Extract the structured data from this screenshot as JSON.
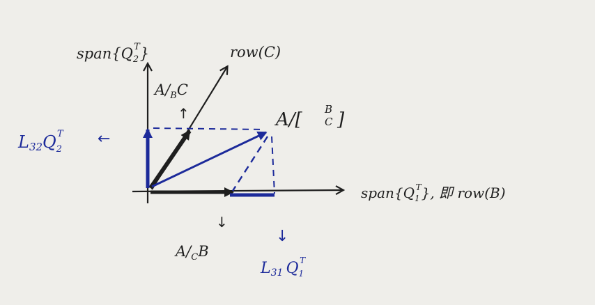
{
  "labels": {
    "span_q2": "span{Q",
    "span_q2_sub": "2",
    "span_q2_sup": "T",
    "span_q2_close": "}",
    "row_c": "row(C)",
    "a_slash_bc": "A/",
    "a_slash_bc_sub": "B",
    "a_slash_bc_tail": "C",
    "a_slash_bc_stack": "B",
    "a_slash_bc_stack2": "C",
    "a_slash_stack_prefix": "A/[",
    "a_slash_stack_suffix": "]",
    "l32": "L",
    "l32_sub": "32",
    "l32_q": "Q",
    "l32_q_sub": "2",
    "l32_q_sup": "T",
    "span_q1": "span{Q",
    "span_q1_sub": "1",
    "span_q1_sup": "T",
    "span_q1_tail": "}, ",
    "rowb_prefix": "即",
    "rowb": " row(B)",
    "a_slash_cb": "A/",
    "a_slash_cb_sub": "C",
    "a_slash_cb_tail": "B",
    "l31": "L",
    "l31_sub": "31",
    "l31_q": "Q",
    "l31_q_sub": "1",
    "l31_q_sup": "T",
    "arrow_left": "←",
    "arrow_up": "↑",
    "arrow_down": "↓"
  },
  "colors": {
    "black_ink": "#1e1e1e",
    "blue_ink": "#1c2a9a",
    "paper": "#efeeea"
  }
}
